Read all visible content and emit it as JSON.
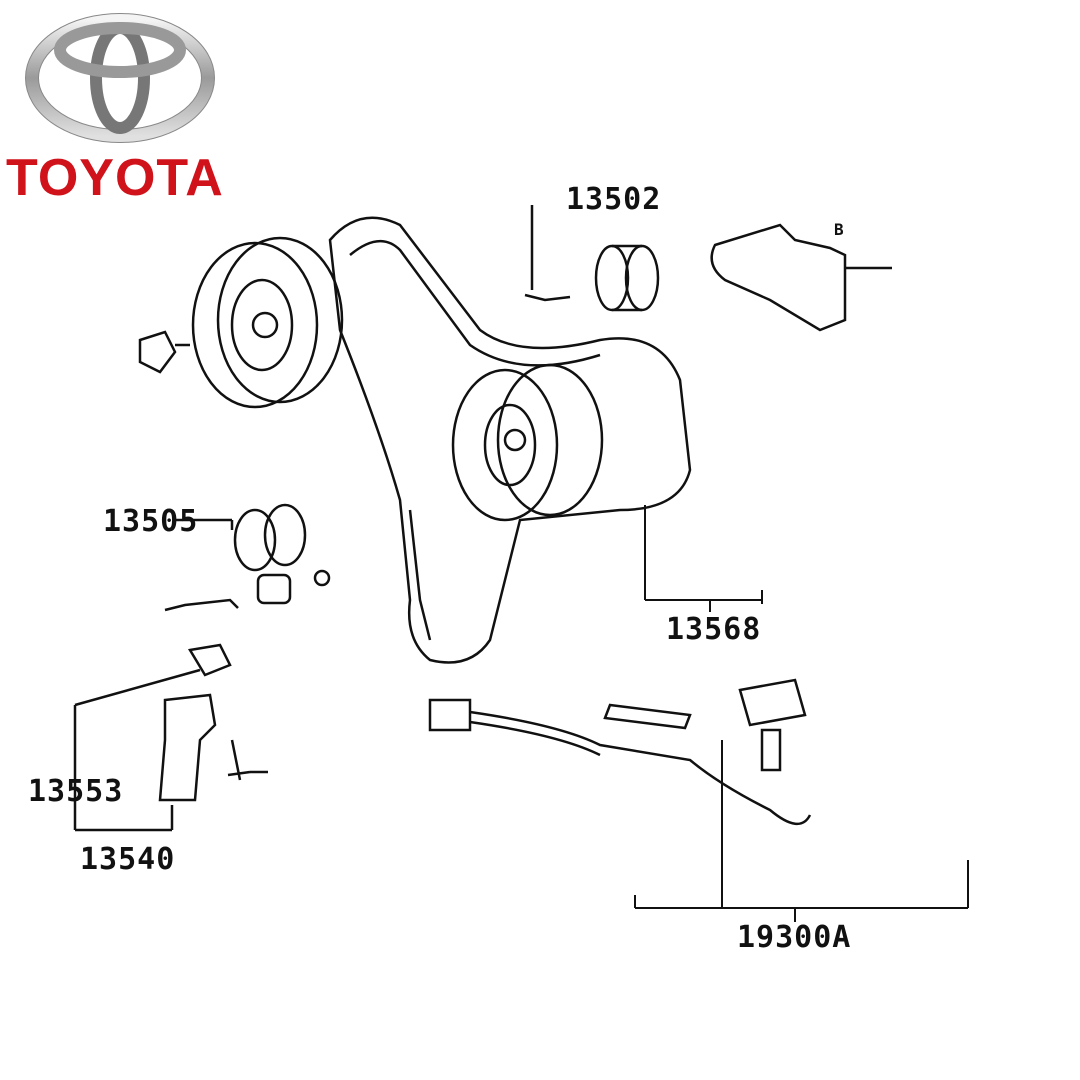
{
  "logo": {
    "brand": "TOYOTA",
    "color": "#d0121b"
  },
  "labels": {
    "part_13502": "13502",
    "part_13505": "13505",
    "part_13568": "13568",
    "part_13553": "13553",
    "part_13540": "13540",
    "part_19300A": "19300A",
    "marker_b": "B"
  }
}
